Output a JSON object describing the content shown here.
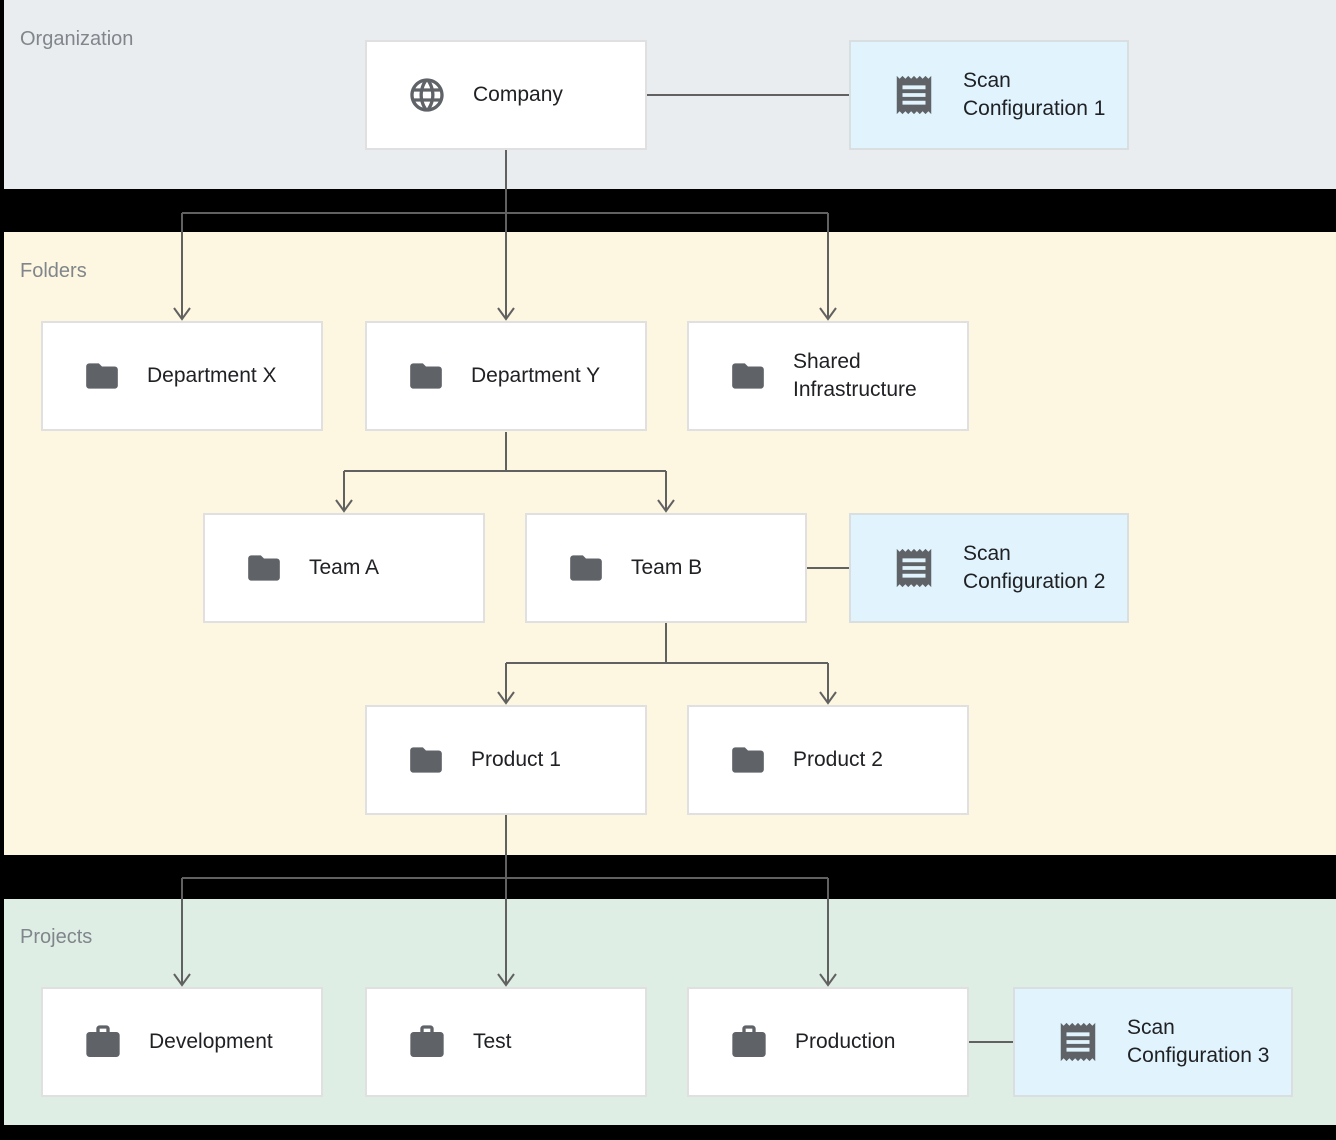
{
  "bands": {
    "organization": {
      "label": "Organization"
    },
    "folders": {
      "label": "Folders"
    },
    "projects": {
      "label": "Projects"
    }
  },
  "nodes": {
    "company": {
      "label": "Company",
      "icon": "globe-icon"
    },
    "scan_config_1": {
      "label": "Scan Configuration 1",
      "icon": "receipt-icon"
    },
    "department_x": {
      "label": "Department X",
      "icon": "folder-icon"
    },
    "department_y": {
      "label": "Department Y",
      "icon": "folder-icon"
    },
    "shared_infrastructure": {
      "label": "Shared Infrastructure",
      "icon": "folder-icon"
    },
    "team_a": {
      "label": "Team A",
      "icon": "folder-icon"
    },
    "team_b": {
      "label": "Team B",
      "icon": "folder-icon"
    },
    "scan_config_2": {
      "label": "Scan Configuration 2",
      "icon": "receipt-icon"
    },
    "product_1": {
      "label": "Product 1",
      "icon": "folder-icon"
    },
    "product_2": {
      "label": "Product 2",
      "icon": "folder-icon"
    },
    "development": {
      "label": "Development",
      "icon": "briefcase-icon"
    },
    "test": {
      "label": "Test",
      "icon": "briefcase-icon"
    },
    "production": {
      "label": "Production",
      "icon": "briefcase-icon"
    },
    "scan_config_3": {
      "label": "Scan Configuration 3",
      "icon": "receipt-icon"
    }
  },
  "edges": [
    "Company -> Department X",
    "Company -> Department Y",
    "Company -> Shared Infrastructure",
    "Company - Scan Configuration 1",
    "Department Y -> Team A",
    "Department Y -> Team B",
    "Team B - Scan Configuration 2",
    "Team B -> Product 1",
    "Team B -> Product 2",
    "Product 1 -> Development",
    "Product 1 -> Test",
    "Product 1 -> Production",
    "Production - Scan Configuration 3"
  ],
  "colors": {
    "background": "#000000",
    "organization_band": "#e9edf0",
    "folders_band": "#fdf6e0",
    "projects_band": "#dfeee5",
    "node_background": "#ffffff",
    "node_border": "#e0e0e0",
    "scan_config_background": "#e1f4fd",
    "connector_line": "#616161",
    "icon": "#5f6368",
    "node_text": "#202124",
    "band_label_text": "#80868b"
  }
}
